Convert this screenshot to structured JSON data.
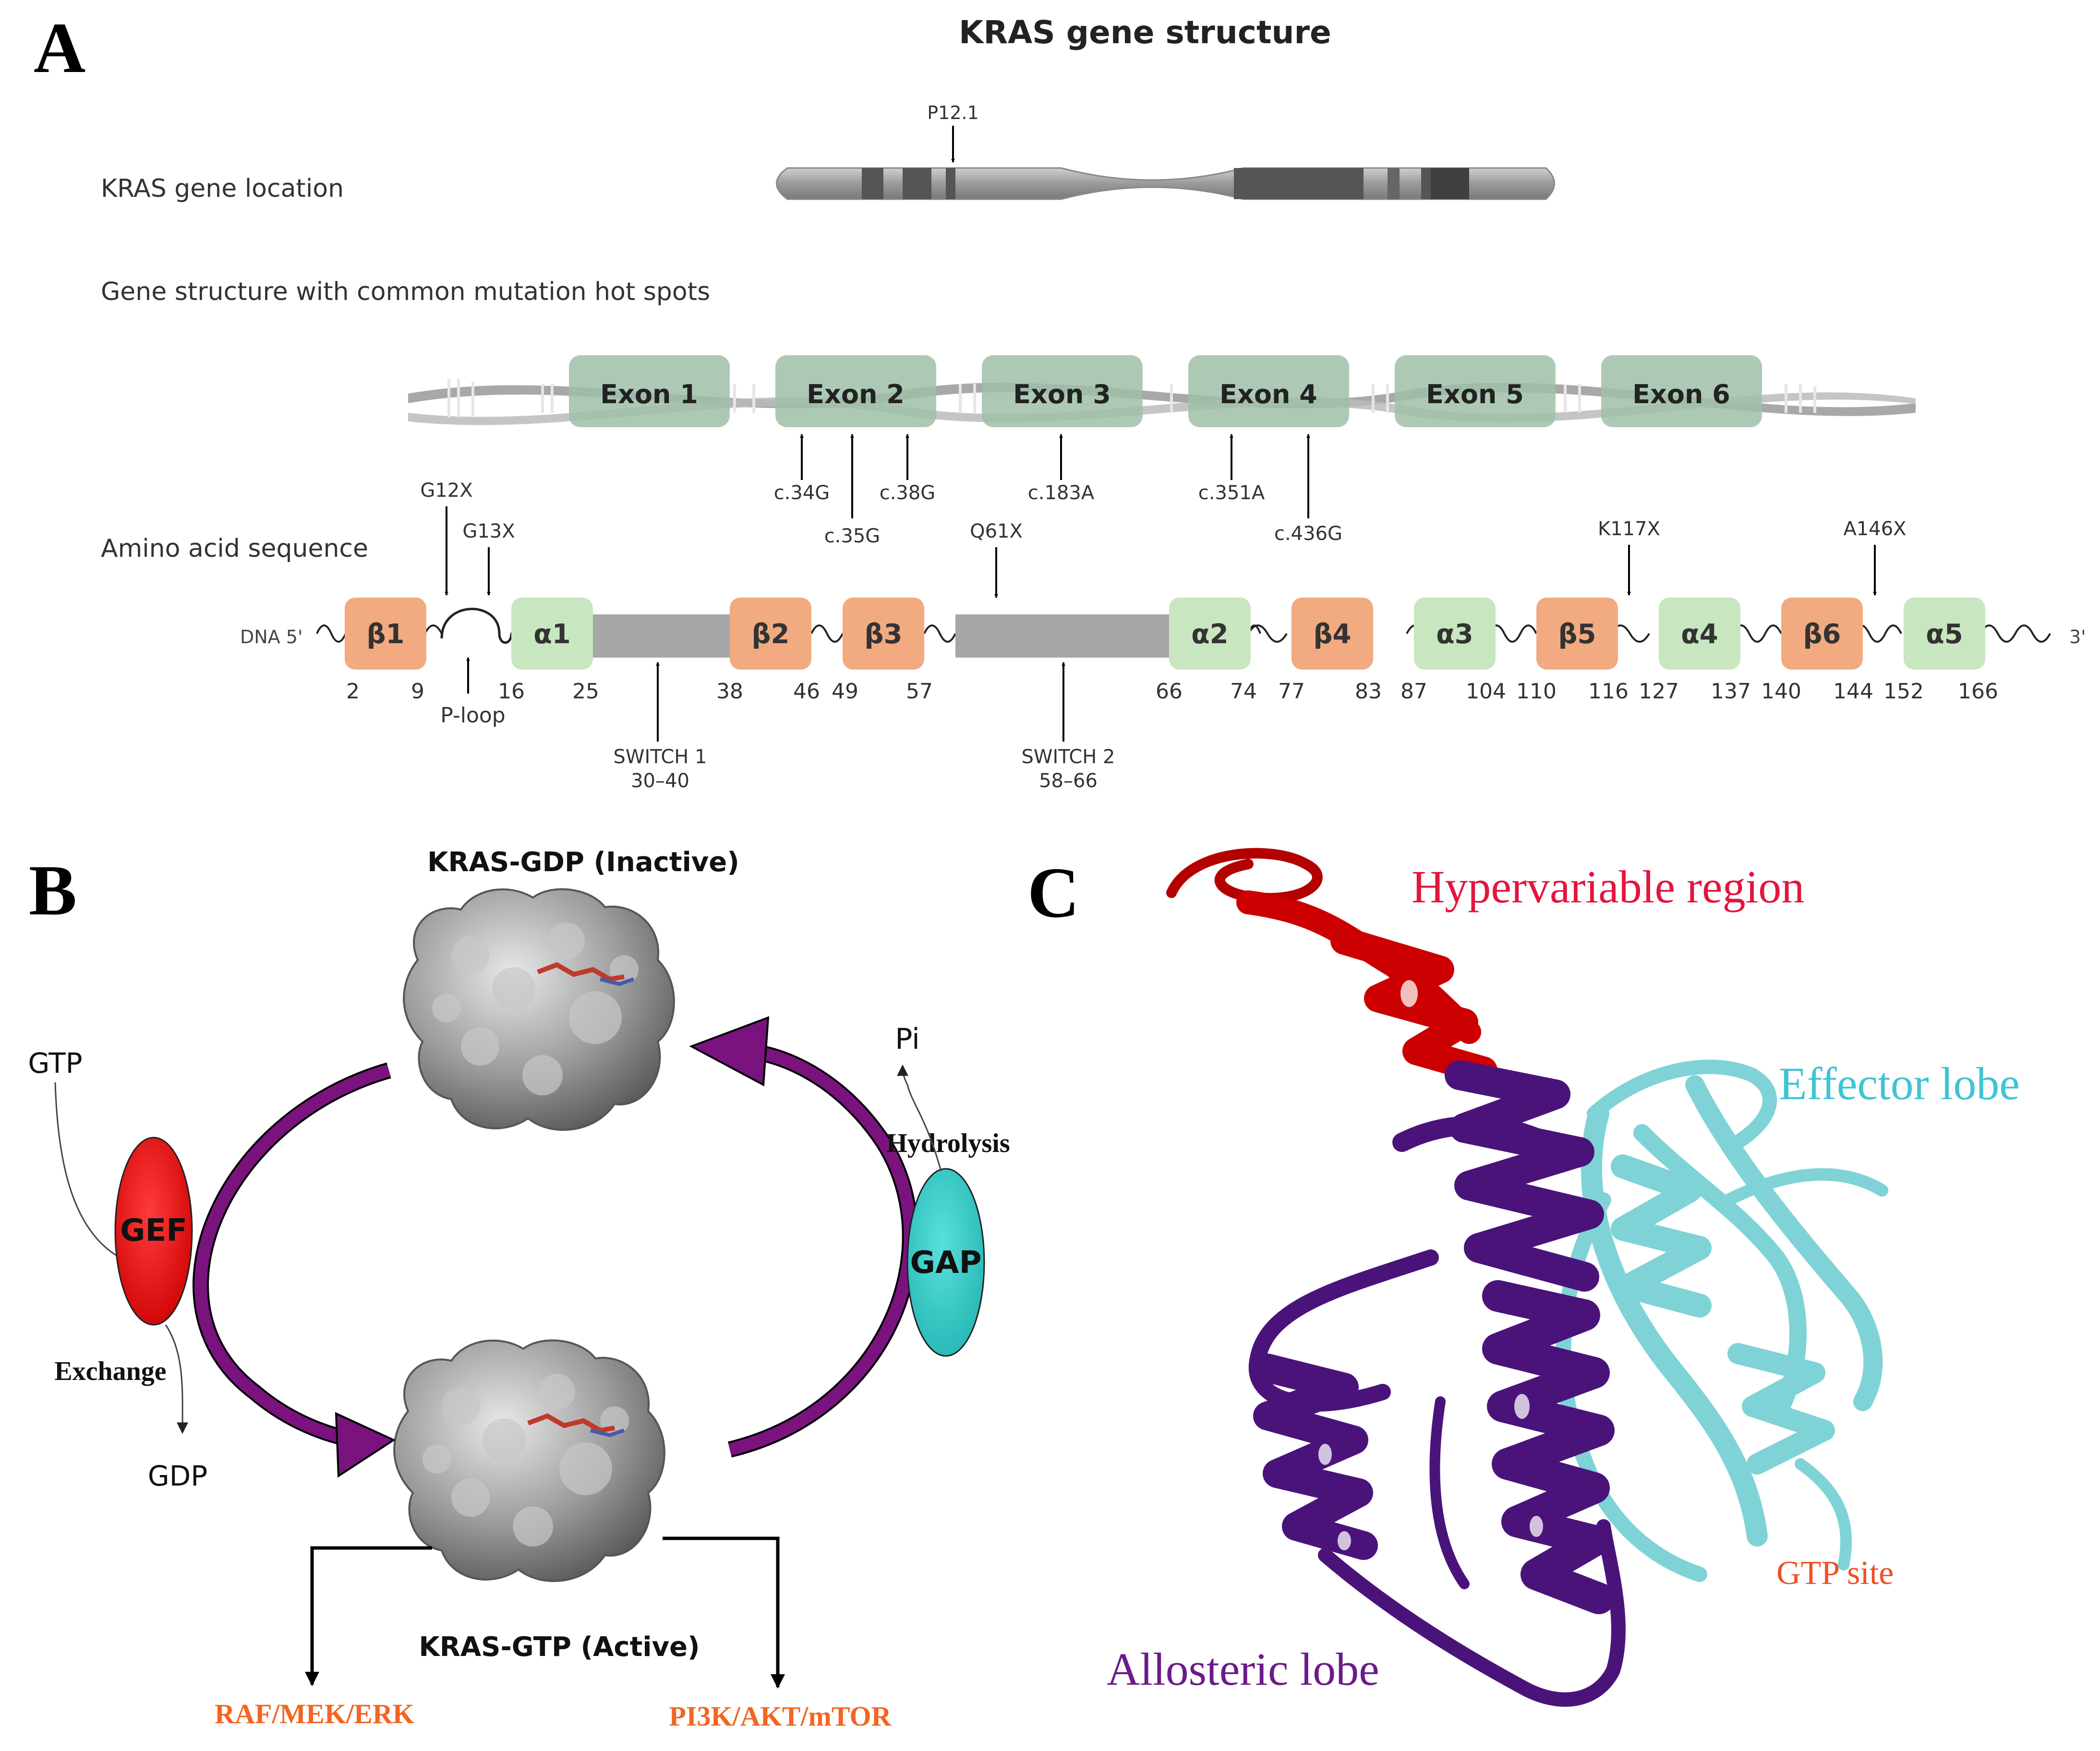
{
  "panel_letters": {
    "a": "A",
    "b": "B",
    "c": "C"
  },
  "panel_a": {
    "title": "KRAS gene structure",
    "location_label": "KRAS gene location",
    "chromosome_band": "P12.1",
    "structure_label": "Gene structure with common mutation hot spots",
    "exons": [
      "Exon 1",
      "Exon 2",
      "Exon 3",
      "Exon 4",
      "Exon 5",
      "Exon 6"
    ],
    "mutations": [
      "c.34G",
      "c.35G",
      "c.38G",
      "c.183A",
      "c.351A",
      "c.436G"
    ],
    "amino_label": "Amino acid sequence",
    "dna_5": "DNA 5'",
    "dna_3": "3'",
    "domains": [
      "β1",
      "α1",
      "β2",
      "β3",
      "α2",
      "β4",
      "α3",
      "β5",
      "α4",
      "β6",
      "α5"
    ],
    "positions": [
      "2",
      "9",
      "16",
      "25",
      "38",
      "46",
      "49",
      "57",
      "66",
      "74",
      "77",
      "83",
      "87",
      "104",
      "110",
      "116",
      "127",
      "137",
      "140",
      "144",
      "152",
      "166"
    ],
    "hotspots": [
      "G12X",
      "G13X",
      "Q61X",
      "K117X",
      "A146X"
    ],
    "p_loop": "P-loop",
    "switch1": {
      "name": "SWITCH 1",
      "range": "30–40"
    },
    "switch2": {
      "name": "SWITCH 2",
      "range": "58–66"
    }
  },
  "panel_b": {
    "inactive": "KRAS-GDP (Inactive)",
    "active": "KRAS-GTP (Active)",
    "gtp": "GTP",
    "gdp": "GDP",
    "gef": "GEF",
    "gap": "GAP",
    "exchange": "Exchange",
    "hydrolysis": "Hydrolysis",
    "pi": "Pi",
    "pathway_left": "RAF/MEK/ERK",
    "pathway_right": "PI3K/AKT/mTOR"
  },
  "panel_c": {
    "hypervariable": "Hypervariable region",
    "effector": "Effector lobe",
    "allosteric": "Allosteric lobe",
    "gtp_site": "GTP site"
  },
  "colors": {
    "beta": "#f2aa80",
    "alpha": "#c8e6c0",
    "exon": "#9fbfa8",
    "switch_bar": "#a6a6a6",
    "gef": "#e81010",
    "gap": "#2ec9c6",
    "cycle_arrow": "#7a137e",
    "pathway_text": "#f26522",
    "hvr_red": "#cc0000",
    "effector_cyan": "#7fd3d6",
    "allosteric_purple": "#4a137a"
  }
}
